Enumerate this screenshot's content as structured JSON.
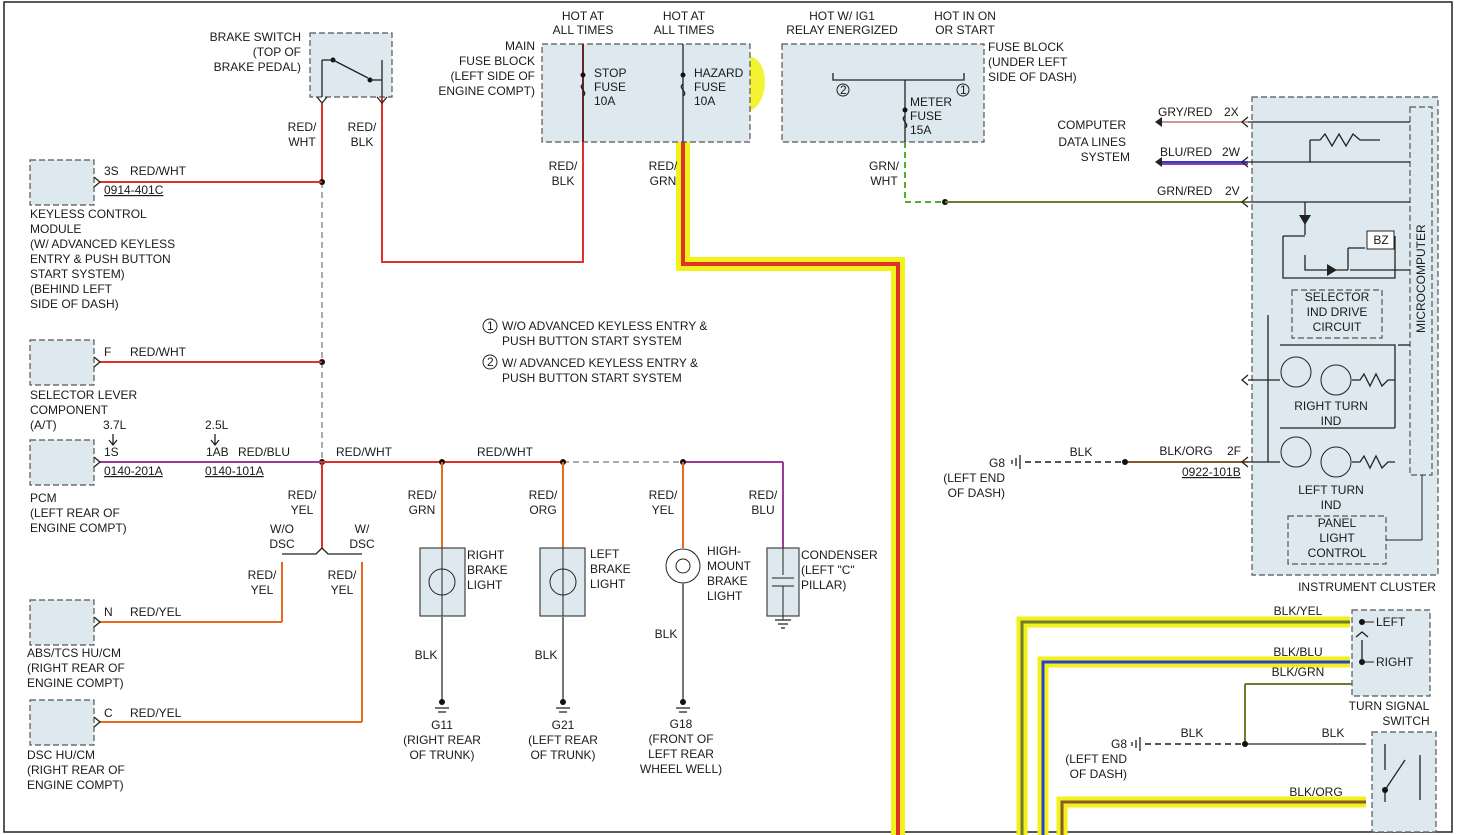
{
  "components": {
    "brake_switch": [
      "BRAKE SWITCH",
      "(TOP OF",
      "BRAKE PEDAL)"
    ],
    "keyless": [
      "KEYLESS CONTROL",
      "MODULE",
      "(W/ ADVANCED KEYLESS",
      "ENTRY & PUSH BUTTON",
      "START SYSTEM)",
      "(BEHIND LEFT",
      "SIDE OF DASH)"
    ],
    "selector": [
      "SELECTOR LEVER",
      "COMPONENT",
      "(A/T)"
    ],
    "pcm": [
      "PCM",
      "(LEFT REAR OF",
      "ENGINE COMPT)"
    ],
    "abs": [
      "ABS/TCS HU/CM",
      "(RIGHT REAR OF",
      "ENGINE COMPT)"
    ],
    "dsc": [
      "DSC HU/CM",
      "(RIGHT REAR OF",
      "ENGINE COMPT)"
    ],
    "main_fuse": [
      "MAIN",
      "FUSE BLOCK",
      "(LEFT SIDE OF",
      "ENGINE COMPT)"
    ],
    "fuse_block": [
      "FUSE BLOCK",
      "(UNDER LEFT",
      "SIDE OF DASH)"
    ],
    "right_brake": [
      "RIGHT",
      "BRAKE",
      "LIGHT"
    ],
    "left_brake": [
      "LEFT",
      "BRAKE",
      "LIGHT"
    ],
    "high_mount": [
      "HIGH-",
      "MOUNT",
      "BRAKE",
      "LIGHT"
    ],
    "condenser": [
      "CONDENSER",
      "(LEFT \"C\"",
      "PILLAR)"
    ],
    "computer_data": [
      "COMPUTER",
      "DATA LINES",
      "SYSTEM"
    ],
    "instrument_cluster": "INSTRUMENT CLUSTER",
    "microcomputer": "MICROCOMPUTER",
    "bz": "BZ",
    "selector_ind": [
      "SELECTOR",
      "IND DRIVE",
      "CIRCUIT"
    ],
    "right_turn_ind": [
      "RIGHT TURN",
      "IND"
    ],
    "left_turn_ind": [
      "LEFT TURN",
      "IND"
    ],
    "panel_light": [
      "PANEL",
      "LIGHT",
      "CONTROL"
    ],
    "turn_signal_switch": [
      "TURN SIGNAL",
      "SWITCH"
    ],
    "ts_left": "LEFT",
    "ts_right": "RIGHT"
  },
  "power": {
    "hot_all_1": [
      "HOT AT",
      "ALL TIMES"
    ],
    "hot_all_2": [
      "HOT AT",
      "ALL TIMES"
    ],
    "hot_ig1": [
      "HOT W/ IG1",
      "RELAY ENERGIZED"
    ],
    "hot_in_on": [
      "HOT IN ON",
      "OR START"
    ],
    "stop_fuse": [
      "STOP",
      "FUSE",
      "10A"
    ],
    "hazard_fuse": [
      "HAZARD",
      "FUSE",
      "10A"
    ],
    "meter_fuse": [
      "METER",
      "FUSE",
      "15A"
    ]
  },
  "grounds": {
    "g11": [
      "G11",
      "(RIGHT REAR",
      "OF TRUNK)"
    ],
    "g21": [
      "G21",
      "(LEFT REAR",
      "OF TRUNK)"
    ],
    "g18": [
      "G18",
      "(FRONT OF",
      "LEFT REAR",
      "WHEEL WELL)"
    ],
    "g8a": [
      "G8",
      "(LEFT END",
      "OF DASH)"
    ],
    "g8b": [
      "G8",
      "(LEFT END",
      "OF DASH)"
    ]
  },
  "wires": {
    "red_wht_bs": [
      "RED/",
      "WHT"
    ],
    "red_blk_bs": [
      "RED/",
      "BLK"
    ],
    "red_blk_fuse": [
      "RED/",
      "BLK"
    ],
    "red_grn_fuse": [
      "RED/",
      "GRN"
    ],
    "grn_wht": [
      "GRN/",
      "WHT"
    ],
    "kcm_wire": "RED/WHT",
    "sel_wire": "RED/WHT",
    "pcm_wire": "RED/BLU",
    "bus_1": "RED/WHT",
    "bus_2": "RED/WHT",
    "red_yel_vert": [
      "RED/",
      "YEL"
    ],
    "abs_wire": "RED/YEL",
    "dsc_wire": "RED/YEL",
    "red_yel_l": [
      "RED/",
      "YEL"
    ],
    "red_yel_r": [
      "RED/",
      "YEL"
    ],
    "wo_dsc": [
      "W/O",
      "DSC"
    ],
    "w_dsc": [
      "W/",
      "DSC"
    ],
    "rb_wire": [
      "RED/",
      "GRN"
    ],
    "lb_wire": [
      "RED/",
      "ORG"
    ],
    "hm_wire": [
      "RED/",
      "YEL"
    ],
    "cond_wire": [
      "RED/",
      "BLU"
    ],
    "blk_1": "BLK",
    "blk_2": "BLK",
    "blk_3": "BLK",
    "gry_red": "GRY/RED",
    "blu_red": "BLU/RED",
    "grn_red": "GRN/RED",
    "blk_g8": "BLK",
    "blk_org": "BLK/ORG",
    "blk_yel": "BLK/YEL",
    "blk_blu": "BLK/BLU",
    "blk_grn": "BLK/GRN",
    "blk_g8b": "BLK",
    "blk_sw": "BLK",
    "blk_org_b": "BLK/ORG"
  },
  "pins": {
    "kcm_pin": "3S",
    "kcm_conn": "0914-401C",
    "sel_pin": "F",
    "pcm_37": "3.7L",
    "pcm_25": "2.5L",
    "pcm_pin1": "1S",
    "pcm_conn1": "0140-201A",
    "pcm_pin2": "1AB",
    "pcm_conn2": "0140-101A",
    "abs_pin": "N",
    "dsc_pin": "C",
    "p2x": "2X",
    "p2w": "2W",
    "p2v": "2V",
    "p2f": "2F",
    "conn_2f": "0922-101B",
    "n1": "1",
    "n2": "2"
  },
  "notes": {
    "note1": [
      "W/O ADVANCED KEYLESS ENTRY &",
      "PUSH BUTTON START SYSTEM"
    ],
    "note2": [
      "W/ ADVANCED KEYLESS ENTRY &",
      "PUSH BUTTON START SYSTEM"
    ]
  },
  "colors": {
    "red": "#e0322a",
    "yellow": "#f2f21b",
    "blue": "#2b3fcf",
    "purple": "#9b3a9b",
    "green": "#4fae2a",
    "olive": "#6f7b2c",
    "gray_red": "#c99a9a",
    "blk": "#555555",
    "box": "#dde9ef"
  }
}
